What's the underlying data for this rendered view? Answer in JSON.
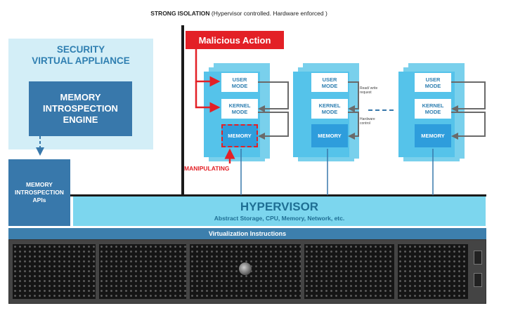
{
  "isolation": {
    "label_bold": "STRONG ISOLATION",
    "label_rest": " (Hypervisor controlled. Hardware enforced )"
  },
  "sva": {
    "title_line1": "SECURITY",
    "title_line2": "VIRTUAL APPLIANCE"
  },
  "engine": {
    "line1": "MEMORY",
    "line2": "INTROSPECTION",
    "line3": "ENGINE"
  },
  "apis": {
    "line1": "MEMORY",
    "line2": "INTROSPECTION",
    "line3": "APIs"
  },
  "malicious_action": "Malicious Action",
  "manipulating": "MANIPULATING",
  "vm": {
    "user_line1": "USER",
    "user_line2": "MODE",
    "kernel_line1": "KERNEL",
    "kernel_line2": "MODE",
    "memory": "MEMORY"
  },
  "notes": {
    "read_write": "Read/ write request",
    "hardware_control": "Hardware control"
  },
  "hypervisor": {
    "title": "HYPERVISOR",
    "subtitle": "Abstract Storage, CPU, Memory, Network, etc."
  },
  "virtualization": "Virtualization Instructions",
  "colors": {
    "accent_red": "#e32026",
    "dark_blue": "#3878ab",
    "light_blue": "#d3eef7",
    "vm_blue": "#55c3ea",
    "memory_blue": "#2e9ddc",
    "hypervisor_cyan": "#7cd6ee"
  }
}
